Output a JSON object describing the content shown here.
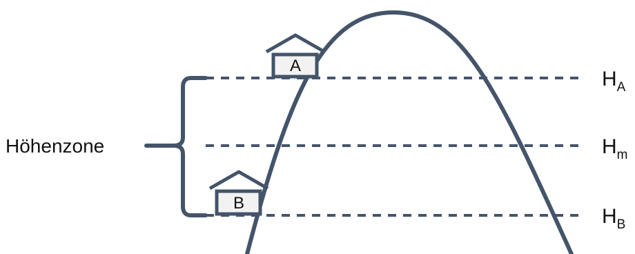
{
  "zone": {
    "label": "Höhenzone"
  },
  "levels": [
    {
      "name": "H",
      "sub": "A"
    },
    {
      "name": "H",
      "sub": "m"
    },
    {
      "name": "H",
      "sub": "B"
    }
  ],
  "houses": [
    {
      "label": "A"
    },
    {
      "label": "B"
    }
  ],
  "colors": {
    "stroke": "#44546a",
    "house_fill": "#f2f2f2",
    "text": "#111111"
  }
}
